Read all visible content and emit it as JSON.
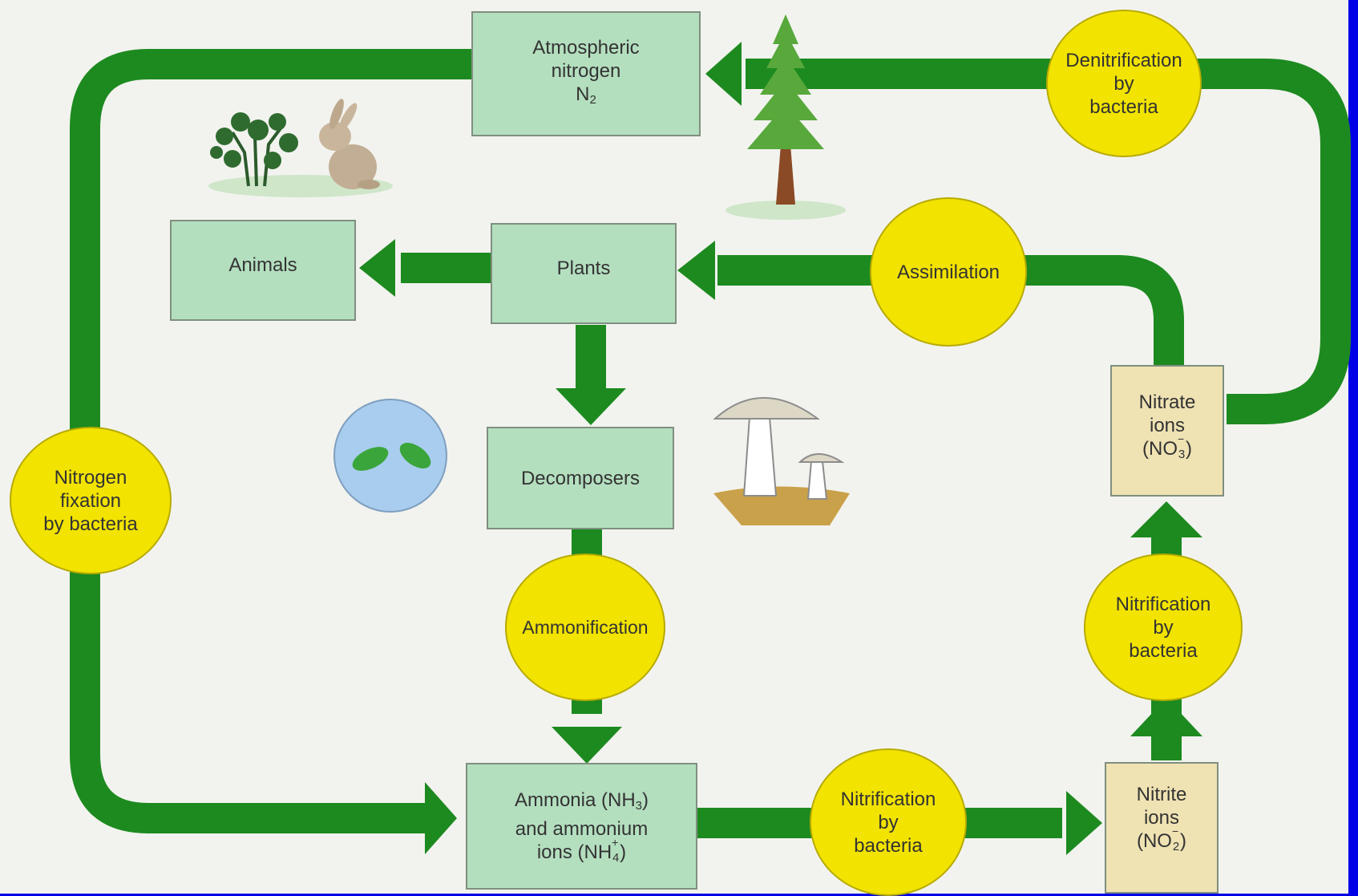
{
  "colors": {
    "arrow": "#1d8a1f",
    "box_green": "#b4dfbf",
    "box_tan": "#efe2b3",
    "process": "#f2e300",
    "frame": "#0000e6",
    "paper": "#f2f3ef"
  },
  "nodes": {
    "atmospheric": {
      "lines": [
        "Atmospheric",
        "nitrogen"
      ],
      "formula": "N",
      "sub": "2"
    },
    "animals": {
      "label": "Animals"
    },
    "plants": {
      "label": "Plants"
    },
    "decomposers": {
      "label": "Decomposers"
    },
    "ammonia": {
      "line1_a": "Ammonia (NH",
      "line1_sub": "3",
      "line1_b": ")",
      "line2": "and ammonium",
      "line3_a": "ions (NH",
      "line3_sub": "4",
      "line3_sup": "+",
      "line3_b": ")"
    },
    "nitrite": {
      "lines": [
        "Nitrite",
        "ions"
      ],
      "formula_a": "(NO",
      "sub": "2",
      "sup": "−",
      "formula_b": ")"
    },
    "nitrate": {
      "lines": [
        "Nitrate",
        "ions"
      ],
      "formula_a": "(NO",
      "sub": "3",
      "sup": "−",
      "formula_b": ")"
    }
  },
  "processes": {
    "denitrification": [
      "Denitrification",
      "by",
      "bacteria"
    ],
    "assimilation": [
      "Assimilation"
    ],
    "nitrogen_fixation": [
      "Nitrogen",
      "fixation",
      "by bacteria"
    ],
    "ammonification": [
      "Ammonification"
    ],
    "nitrification_bottom": [
      "Nitrification",
      "by",
      "bacteria"
    ],
    "nitrification_right": [
      "Nitrification",
      "by",
      "bacteria"
    ]
  },
  "icons": [
    "plant-and-rabbit-icon",
    "tree-icon",
    "bacteria-icon",
    "mushroom-icon"
  ]
}
